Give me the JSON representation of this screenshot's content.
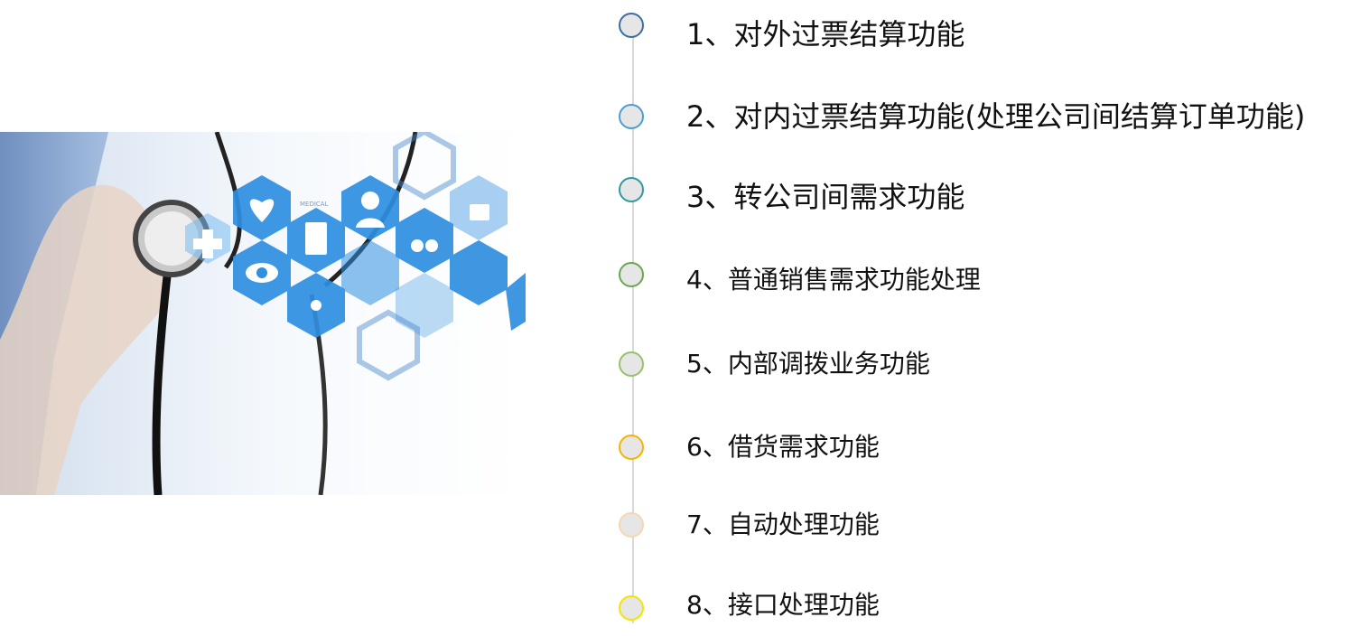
{
  "items": [
    {
      "label": "1、对外过票结算功能",
      "color": "#3c6e9e"
    },
    {
      "label": "2、对内过票结算功能(处理公司间结算订单功能)",
      "color": "#4b9fd4"
    },
    {
      "label": "3、转公司间需求功能",
      "color": "#2f9aa0"
    },
    {
      "label": "4、普通销售需求功能处理",
      "color": "#6aa84f"
    },
    {
      "label": "5、内部调拨业务功能",
      "color": "#98c16a"
    },
    {
      "label": "6、借货需求功能",
      "color": "#f4b400"
    },
    {
      "label": "7、自动处理功能",
      "color": "#f6d7b0"
    },
    {
      "label": "8、接口处理功能",
      "color": "#f5e400"
    }
  ],
  "hero": {
    "badge_text": "MEDICAL",
    "icons": [
      "plus-icon",
      "heart-icon",
      "clipboard-icon",
      "doctor-icon",
      "drops-icon",
      "medical-bag-icon",
      "eye-icon",
      "wheelchair-icon",
      "molecule-icon",
      "test-tubes-icon",
      "syringe-icon"
    ]
  }
}
